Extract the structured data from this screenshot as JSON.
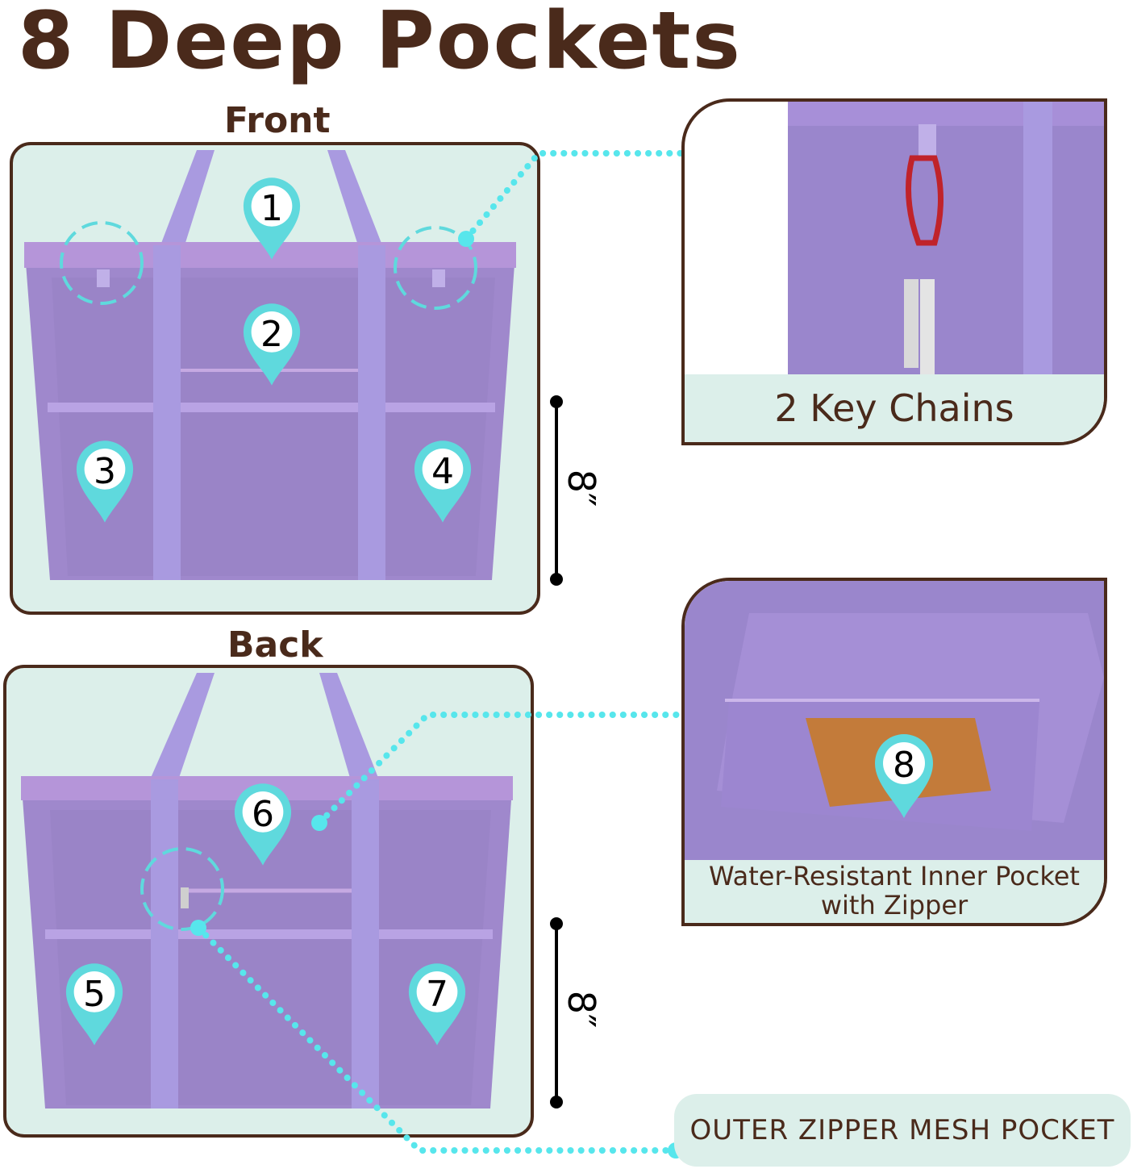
{
  "title": "8 Deep Pockets",
  "front": {
    "label": "Front",
    "dimension": "8″"
  },
  "back": {
    "label": "Back",
    "dimension": "8″"
  },
  "callouts": {
    "key_chains": "2 Key Chains",
    "inner_pocket_line1": "Water-Resistant Inner Pocket",
    "inner_pocket_line2": "with Zipper",
    "outer_zipper": "OUTER ZIPPER MESH POCKET"
  },
  "pockets": [
    "1",
    "2",
    "3",
    "4",
    "5",
    "6",
    "7",
    "8"
  ],
  "colors": {
    "title": "#4a2a1b",
    "panel": "#dcefea",
    "bag": "#a48fd0",
    "marker": "#5fd9dd",
    "dotted_line": "#57e6ec"
  }
}
